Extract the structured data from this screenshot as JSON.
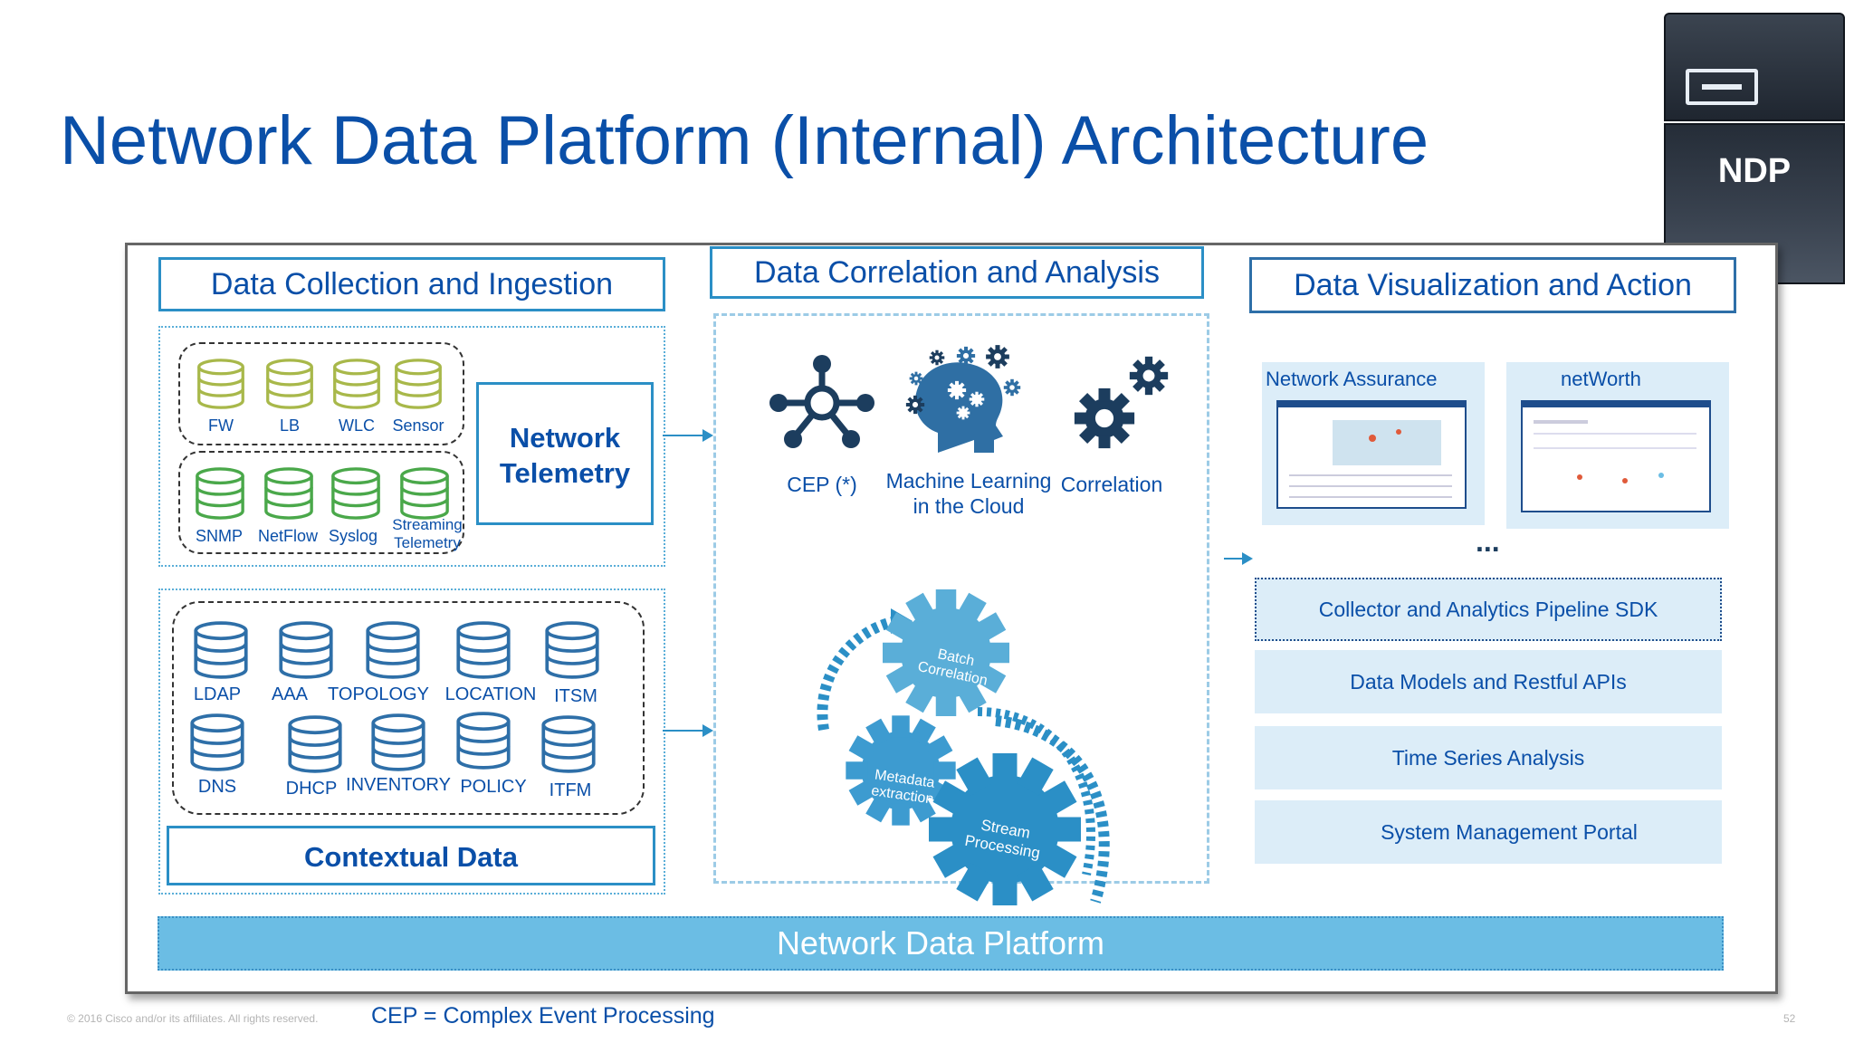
{
  "title": "Network Data Platform (Internal) Architecture",
  "server_label": "NDP",
  "collection": {
    "header": "Data Collection and Ingestion",
    "telemetry_sources_row1": [
      "FW",
      "LB",
      "WLC",
      "Sensor"
    ],
    "telemetry_sources_row2": [
      "SNMP",
      "NetFlow",
      "Syslog",
      "Streaming Telemetry"
    ],
    "telemetry_label": "Network Telemetry",
    "context_sources_row1": [
      "LDAP",
      "AAA",
      "TOPOLOGY",
      "LOCATION",
      "ITSM"
    ],
    "context_sources_row2": [
      "DNS",
      "DHCP",
      "INVENTORY",
      "POLICY",
      "ITFM"
    ],
    "contextual_label": "Contextual Data"
  },
  "analysis": {
    "header": "Data Correlation and Analysis",
    "icons": [
      {
        "label": "CEP (*)",
        "icon": "network-hub-icon"
      },
      {
        "label": "Machine Learning in the Cloud",
        "icon": "brain-gears-icon"
      },
      {
        "label": "Correlation",
        "icon": "gears-icon"
      }
    ],
    "gears": [
      "Batch Correlation",
      "Metadata extraction",
      "Stream Processing"
    ]
  },
  "visualization": {
    "header": "Data Visualization and Action",
    "apps": [
      "Network Assurance",
      "netWorth"
    ],
    "ellipsis": "...",
    "layers": [
      "Collector and Analytics Pipeline SDK",
      "Data Models and Restful APIs",
      "Time Series Analysis",
      "System Management Portal"
    ]
  },
  "platform_label": "Network Data Platform",
  "footnote": "CEP = Complex Event Processing",
  "copyright": "© 2016 Cisco and/or its affiliates. All rights reserved.",
  "page_number": "52",
  "colors": {
    "title_blue": "#0a4fa8",
    "accent_blue": "#2b8fc6",
    "tile_fill": "#dcedf8",
    "platform_fill": "#6bbde4",
    "telemetry_db_row1": "#a8b84a",
    "telemetry_db_row2": "#4aa84a",
    "context_db": "#2e6fa8",
    "icon_navy": "#1c3d5e"
  }
}
